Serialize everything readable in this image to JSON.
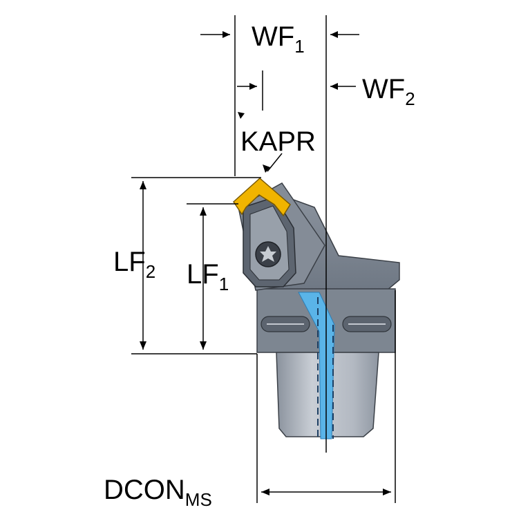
{
  "labels": {
    "wf1": {
      "base": "WF",
      "sub": "1"
    },
    "wf2": {
      "base": "WF",
      "sub": "2"
    },
    "kapr": "KAPR",
    "lf2": {
      "base": "LF",
      "sub": "2"
    },
    "lf1": {
      "base": "LF",
      "sub": "1"
    },
    "dcon": {
      "base": "DCON",
      "sub": "MS"
    }
  },
  "colors": {
    "insert": "#f0b400",
    "body": "#7a8390",
    "body_light": "#a7aeb8",
    "shank": "#b4bac3",
    "coolant": "#5ab4e8",
    "line": "#000000"
  }
}
